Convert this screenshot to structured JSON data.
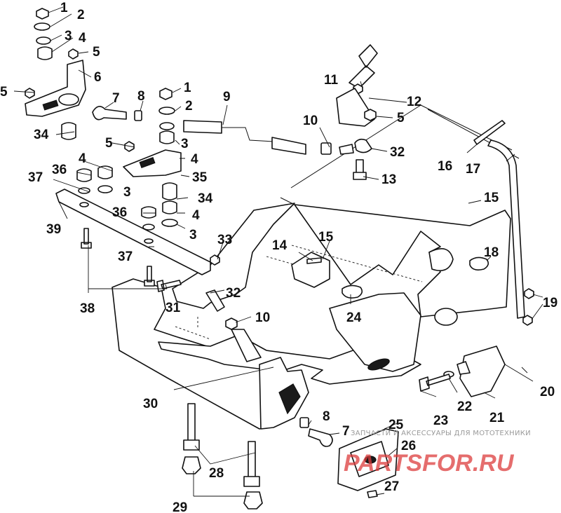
{
  "diagram": {
    "callouts": [
      {
        "id": "c1a",
        "text": "1"
      },
      {
        "id": "c2a",
        "text": "2"
      },
      {
        "id": "c3a",
        "text": "3"
      },
      {
        "id": "c4a",
        "text": "4"
      },
      {
        "id": "c5a",
        "text": "5"
      },
      {
        "id": "c5b",
        "text": "5"
      },
      {
        "id": "c6",
        "text": "6"
      },
      {
        "id": "c7a",
        "text": "7"
      },
      {
        "id": "c8a",
        "text": "8"
      },
      {
        "id": "c1b",
        "text": "1"
      },
      {
        "id": "c2b",
        "text": "2"
      },
      {
        "id": "c9",
        "text": "9"
      },
      {
        "id": "c34a",
        "text": "34"
      },
      {
        "id": "c5c",
        "text": "5"
      },
      {
        "id": "c3b",
        "text": "3"
      },
      {
        "id": "c4b",
        "text": "4"
      },
      {
        "id": "c35",
        "text": "35"
      },
      {
        "id": "c4c",
        "text": "4"
      },
      {
        "id": "c36a",
        "text": "36"
      },
      {
        "id": "c37a",
        "text": "37"
      },
      {
        "id": "c3c",
        "text": "3"
      },
      {
        "id": "c34b",
        "text": "34"
      },
      {
        "id": "c36b",
        "text": "36"
      },
      {
        "id": "c4d",
        "text": "4"
      },
      {
        "id": "c3d",
        "text": "3"
      },
      {
        "id": "c39",
        "text": "39"
      },
      {
        "id": "c37b",
        "text": "37"
      },
      {
        "id": "c33",
        "text": "33"
      },
      {
        "id": "c38",
        "text": "38"
      },
      {
        "id": "c31",
        "text": "31"
      },
      {
        "id": "c32a",
        "text": "32"
      },
      {
        "id": "c10a",
        "text": "10"
      },
      {
        "id": "c11",
        "text": "11"
      },
      {
        "id": "c12",
        "text": "12"
      },
      {
        "id": "c5d",
        "text": "5"
      },
      {
        "id": "c10b",
        "text": "10"
      },
      {
        "id": "c32b",
        "text": "32"
      },
      {
        "id": "c13",
        "text": "13"
      },
      {
        "id": "c16",
        "text": "16"
      },
      {
        "id": "c17",
        "text": "17"
      },
      {
        "id": "c15a",
        "text": "15"
      },
      {
        "id": "c15b",
        "text": "15"
      },
      {
        "id": "c14",
        "text": "14"
      },
      {
        "id": "c18",
        "text": "18"
      },
      {
        "id": "c19",
        "text": "19"
      },
      {
        "id": "c24",
        "text": "24"
      },
      {
        "id": "c20",
        "text": "20"
      },
      {
        "id": "c30",
        "text": "30"
      },
      {
        "id": "c8b",
        "text": "8"
      },
      {
        "id": "c7b",
        "text": "7"
      },
      {
        "id": "c25",
        "text": "25"
      },
      {
        "id": "c26",
        "text": "26"
      },
      {
        "id": "c23",
        "text": "23"
      },
      {
        "id": "c22",
        "text": "22"
      },
      {
        "id": "c21",
        "text": "21"
      },
      {
        "id": "c28",
        "text": "28"
      },
      {
        "id": "c27",
        "text": "27"
      },
      {
        "id": "c29",
        "text": "29"
      }
    ]
  },
  "watermark": {
    "caption": "ЗАПЧАСТИ И АКСЕССУАРЫ ДЛЯ МОТОТЕХНИКИ",
    "logo": "PARTSFOR.RU"
  }
}
